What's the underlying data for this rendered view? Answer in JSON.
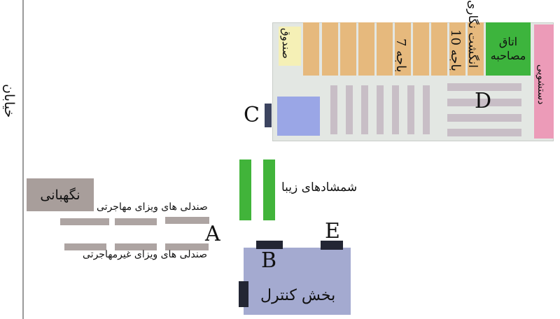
{
  "street": {
    "label": "خیابان"
  },
  "building": {
    "cashier_label": "صندوق",
    "counter_7_label": "باجه 7",
    "counter_10_label": "باجه 10",
    "fingerprint_label": "انگشت نگاری",
    "interview_room_label": "اتاق مصاحبه",
    "restroom_label": "دستشویی",
    "point_c": "C",
    "point_d": "D"
  },
  "garden": {
    "hedges_label": "شمشادهای زیبا"
  },
  "guard": {
    "label": "نگهبانی"
  },
  "seating": {
    "migrant_label": "صندلی های ویزای مهاجرتی",
    "non_migrant_label": "صندلی های ویزای غیرمهاجرتی",
    "point_a": "A"
  },
  "control": {
    "label": "بخش کنترل",
    "point_b": "B",
    "point_e": "E"
  },
  "colors": {
    "building_bg": "#e3e7e3",
    "counters": "#e6b97d",
    "cashier": "#f5f0b6",
    "interview_room": "#3db43d",
    "restroom": "#ec9bb8",
    "blue_box": "#9aa6e6",
    "benches": "#c8bec6",
    "hedges": "#41b43a",
    "guard": "#a89e9b",
    "seats": "#ada4a2",
    "control": "#a4aad0",
    "doors": "#232634"
  }
}
